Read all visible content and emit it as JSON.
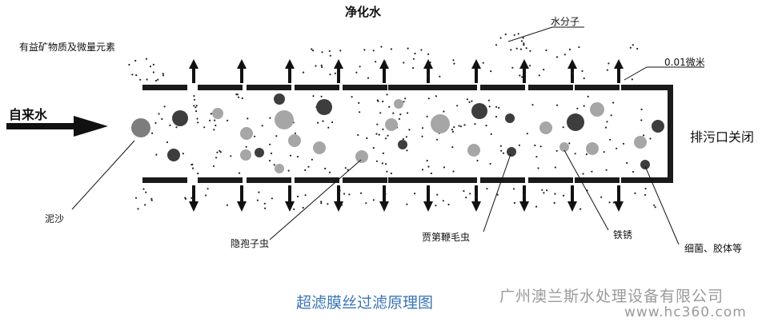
{
  "labels": {
    "clean_water": "净化水",
    "minerals": "有益矿物质及微量元素",
    "water_molecule": "水分子",
    "pore_size": "0.01微米",
    "tap_water": "自来水",
    "drain_closed": "排污口关闭",
    "sediment": "泥沙",
    "cryptosporidium": "隐孢子虫",
    "giardia": "贾第鞭毛虫",
    "rust": "铁锈",
    "bacteria_colloids": "细菌、胶体等"
  },
  "caption": "超滤膜丝过滤原理图",
  "watermark": {
    "company": "广州澳兰斯水处理设备有限公司",
    "website": "www.hc360.com"
  },
  "colors": {
    "membrane": "#1a1a1a",
    "particle_dark": "#3d3d3d",
    "particle_mid": "#7d7d7d",
    "particle_light": "#a6a6a6",
    "caption": "#3a74b6",
    "watermark": "#9a9a9a"
  }
}
